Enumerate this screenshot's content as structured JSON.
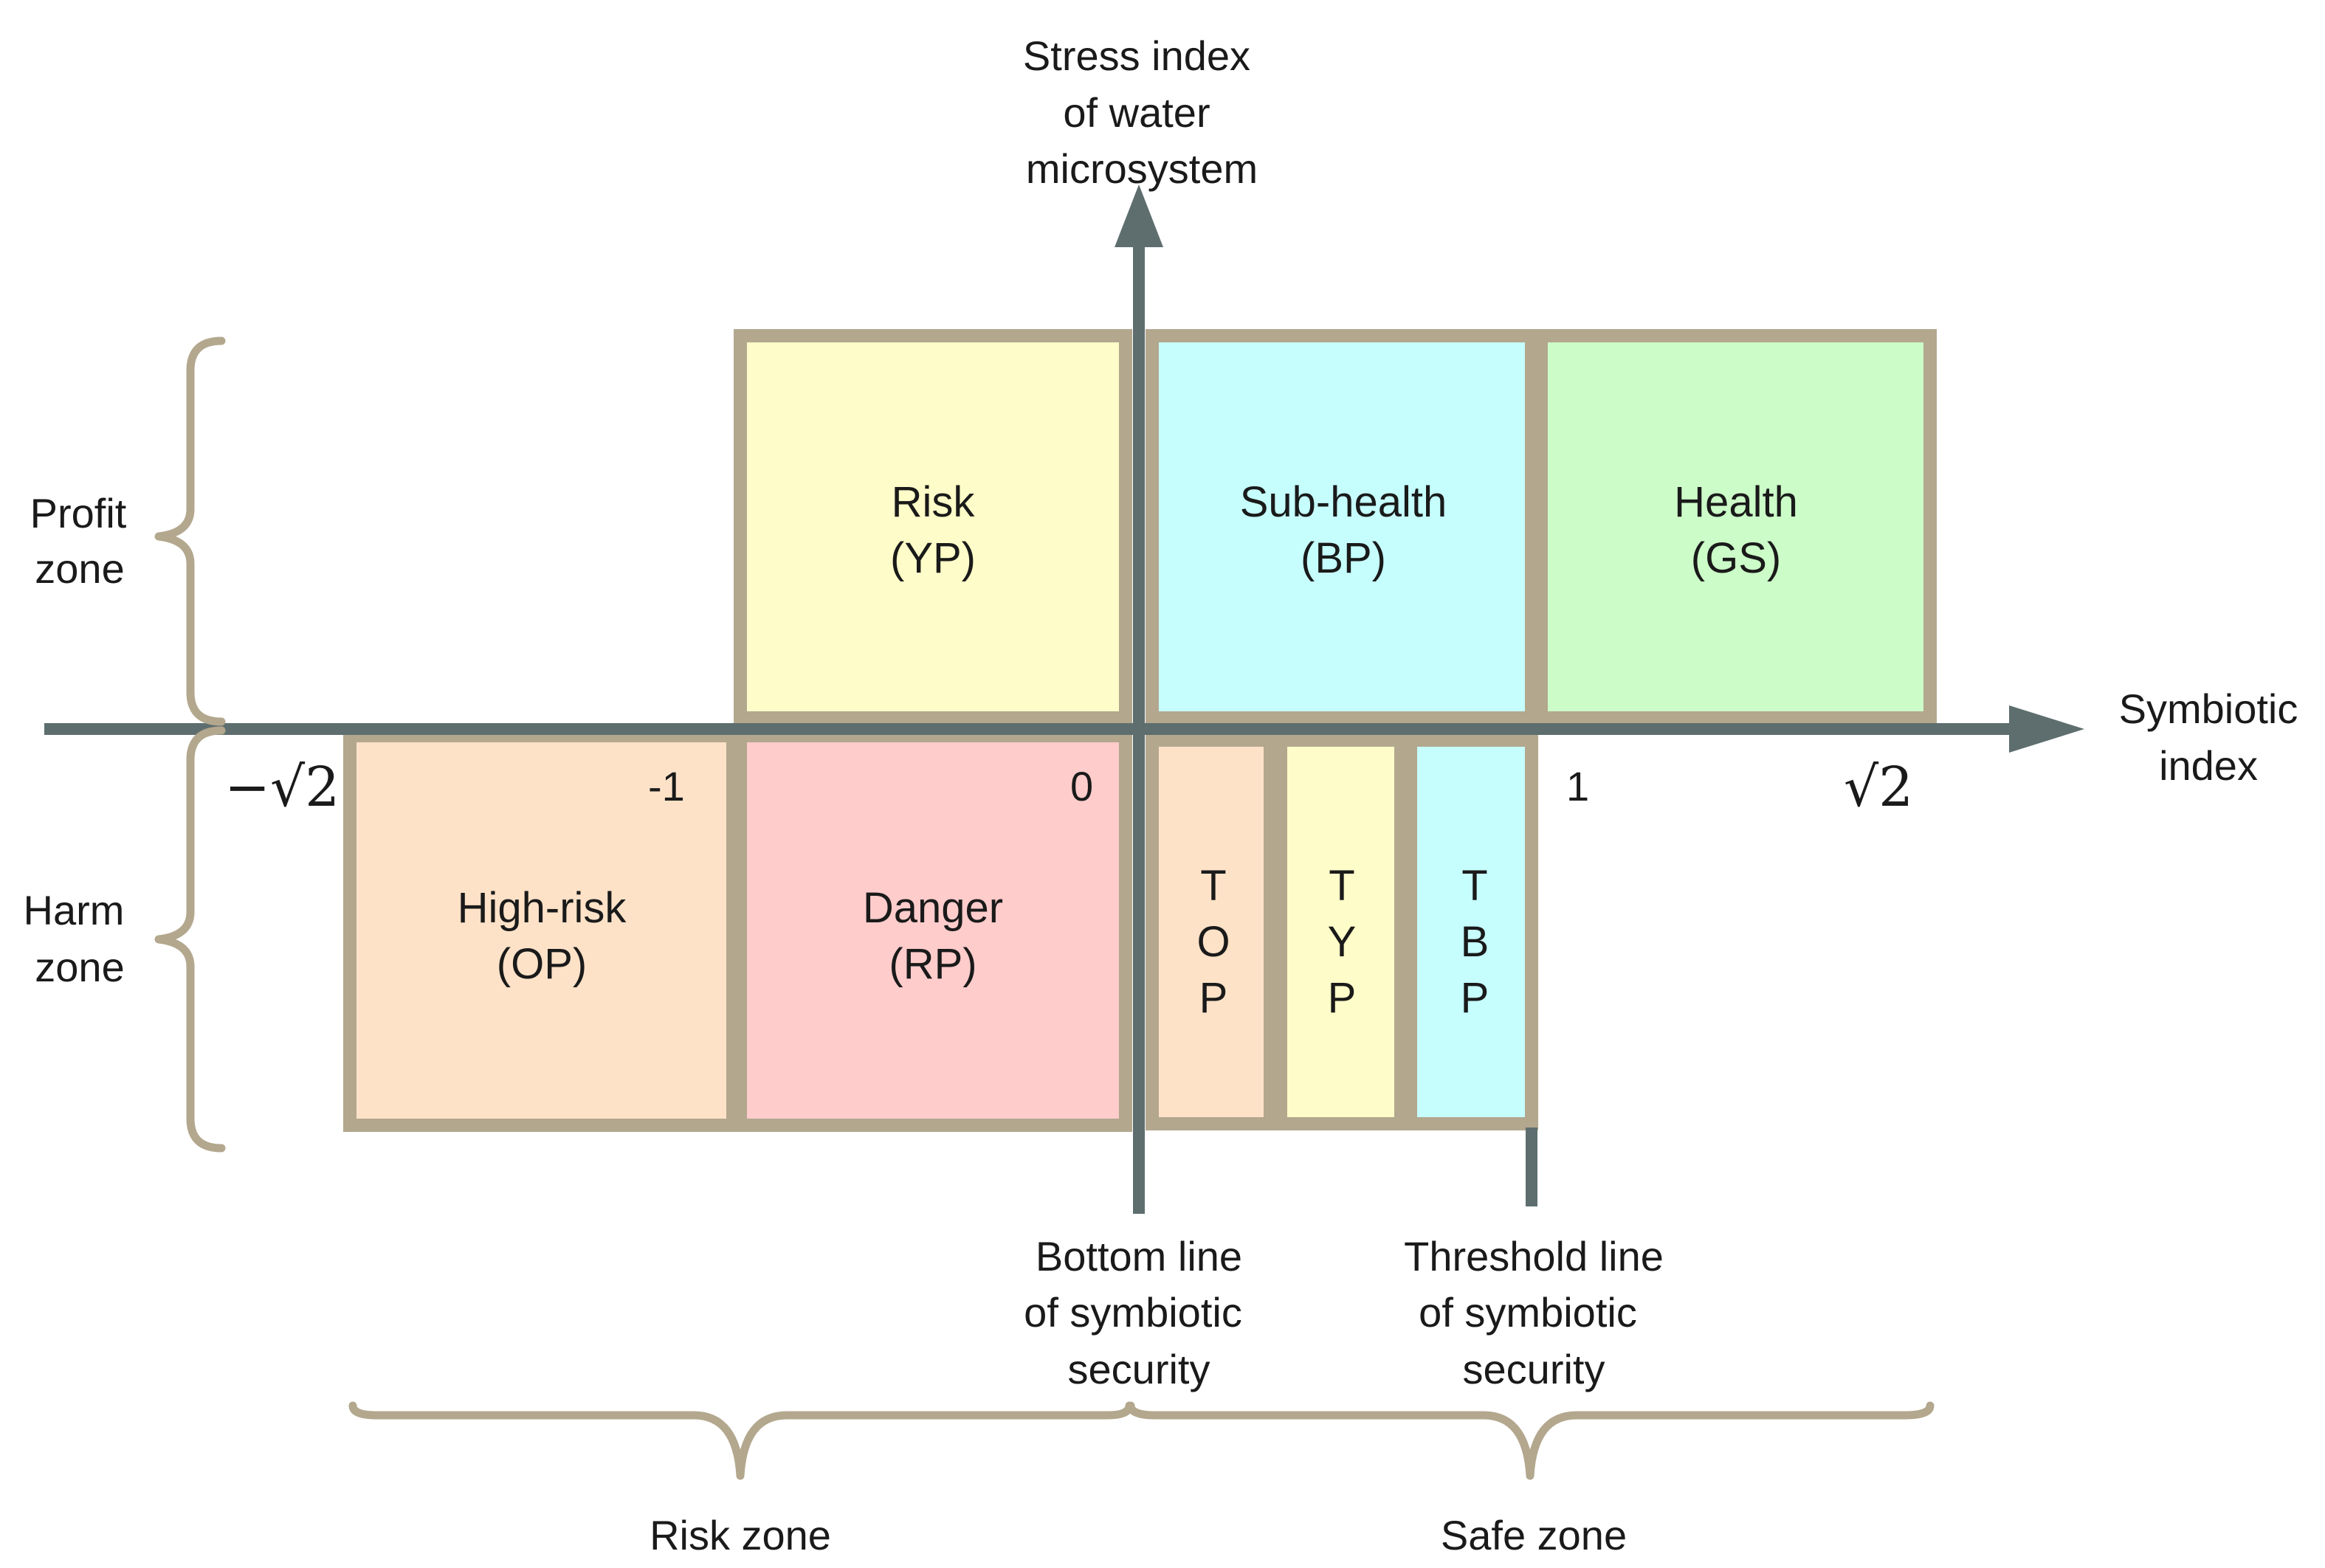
{
  "axes": {
    "y_label": [
      "Stress index",
      "of water",
      "microsystem"
    ],
    "x_label": [
      "Symbiotic",
      "index"
    ]
  },
  "ticks": {
    "neg_sqrt2": "−√2",
    "neg_one": "-1",
    "zero": "0",
    "one": "1",
    "sqrt2": "√2"
  },
  "side_zones": {
    "profit": [
      "Profit",
      "zone"
    ],
    "harm": [
      "Harm",
      "zone"
    ]
  },
  "bottom_zones": {
    "risk": "Risk zone",
    "safe": "Safe zone"
  },
  "regions": {
    "risk": {
      "name": "Risk",
      "code": "(YP)",
      "color": "#fefcc8"
    },
    "subhealth": {
      "name": "Sub-health",
      "code": "(BP)",
      "color": "#c6fefe"
    },
    "health": {
      "name": "Health",
      "code": "(GS)",
      "color": "#ccfcc8"
    },
    "highrisk": {
      "name": "High-risk",
      "code": "(OP)",
      "color": "#fde2c8"
    },
    "danger": {
      "name": "Danger",
      "code": "(RP)",
      "color": "#fdcccb"
    },
    "top": {
      "letters": [
        "T",
        "O",
        "P"
      ],
      "color": "#fde2c8"
    },
    "typ": {
      "letters": [
        "T",
        "Y",
        "P"
      ],
      "color": "#fefcc8"
    },
    "tbp": {
      "letters": [
        "T",
        "B",
        "P"
      ],
      "color": "#c6fefe"
    }
  },
  "lines": {
    "bottom": [
      "Bottom line",
      "of symbiotic",
      "security"
    ],
    "threshold": [
      "Threshold line",
      "of symbiotic",
      "security"
    ]
  },
  "colors": {
    "axis": "#5e6e6f",
    "border": "#b3a78e"
  }
}
